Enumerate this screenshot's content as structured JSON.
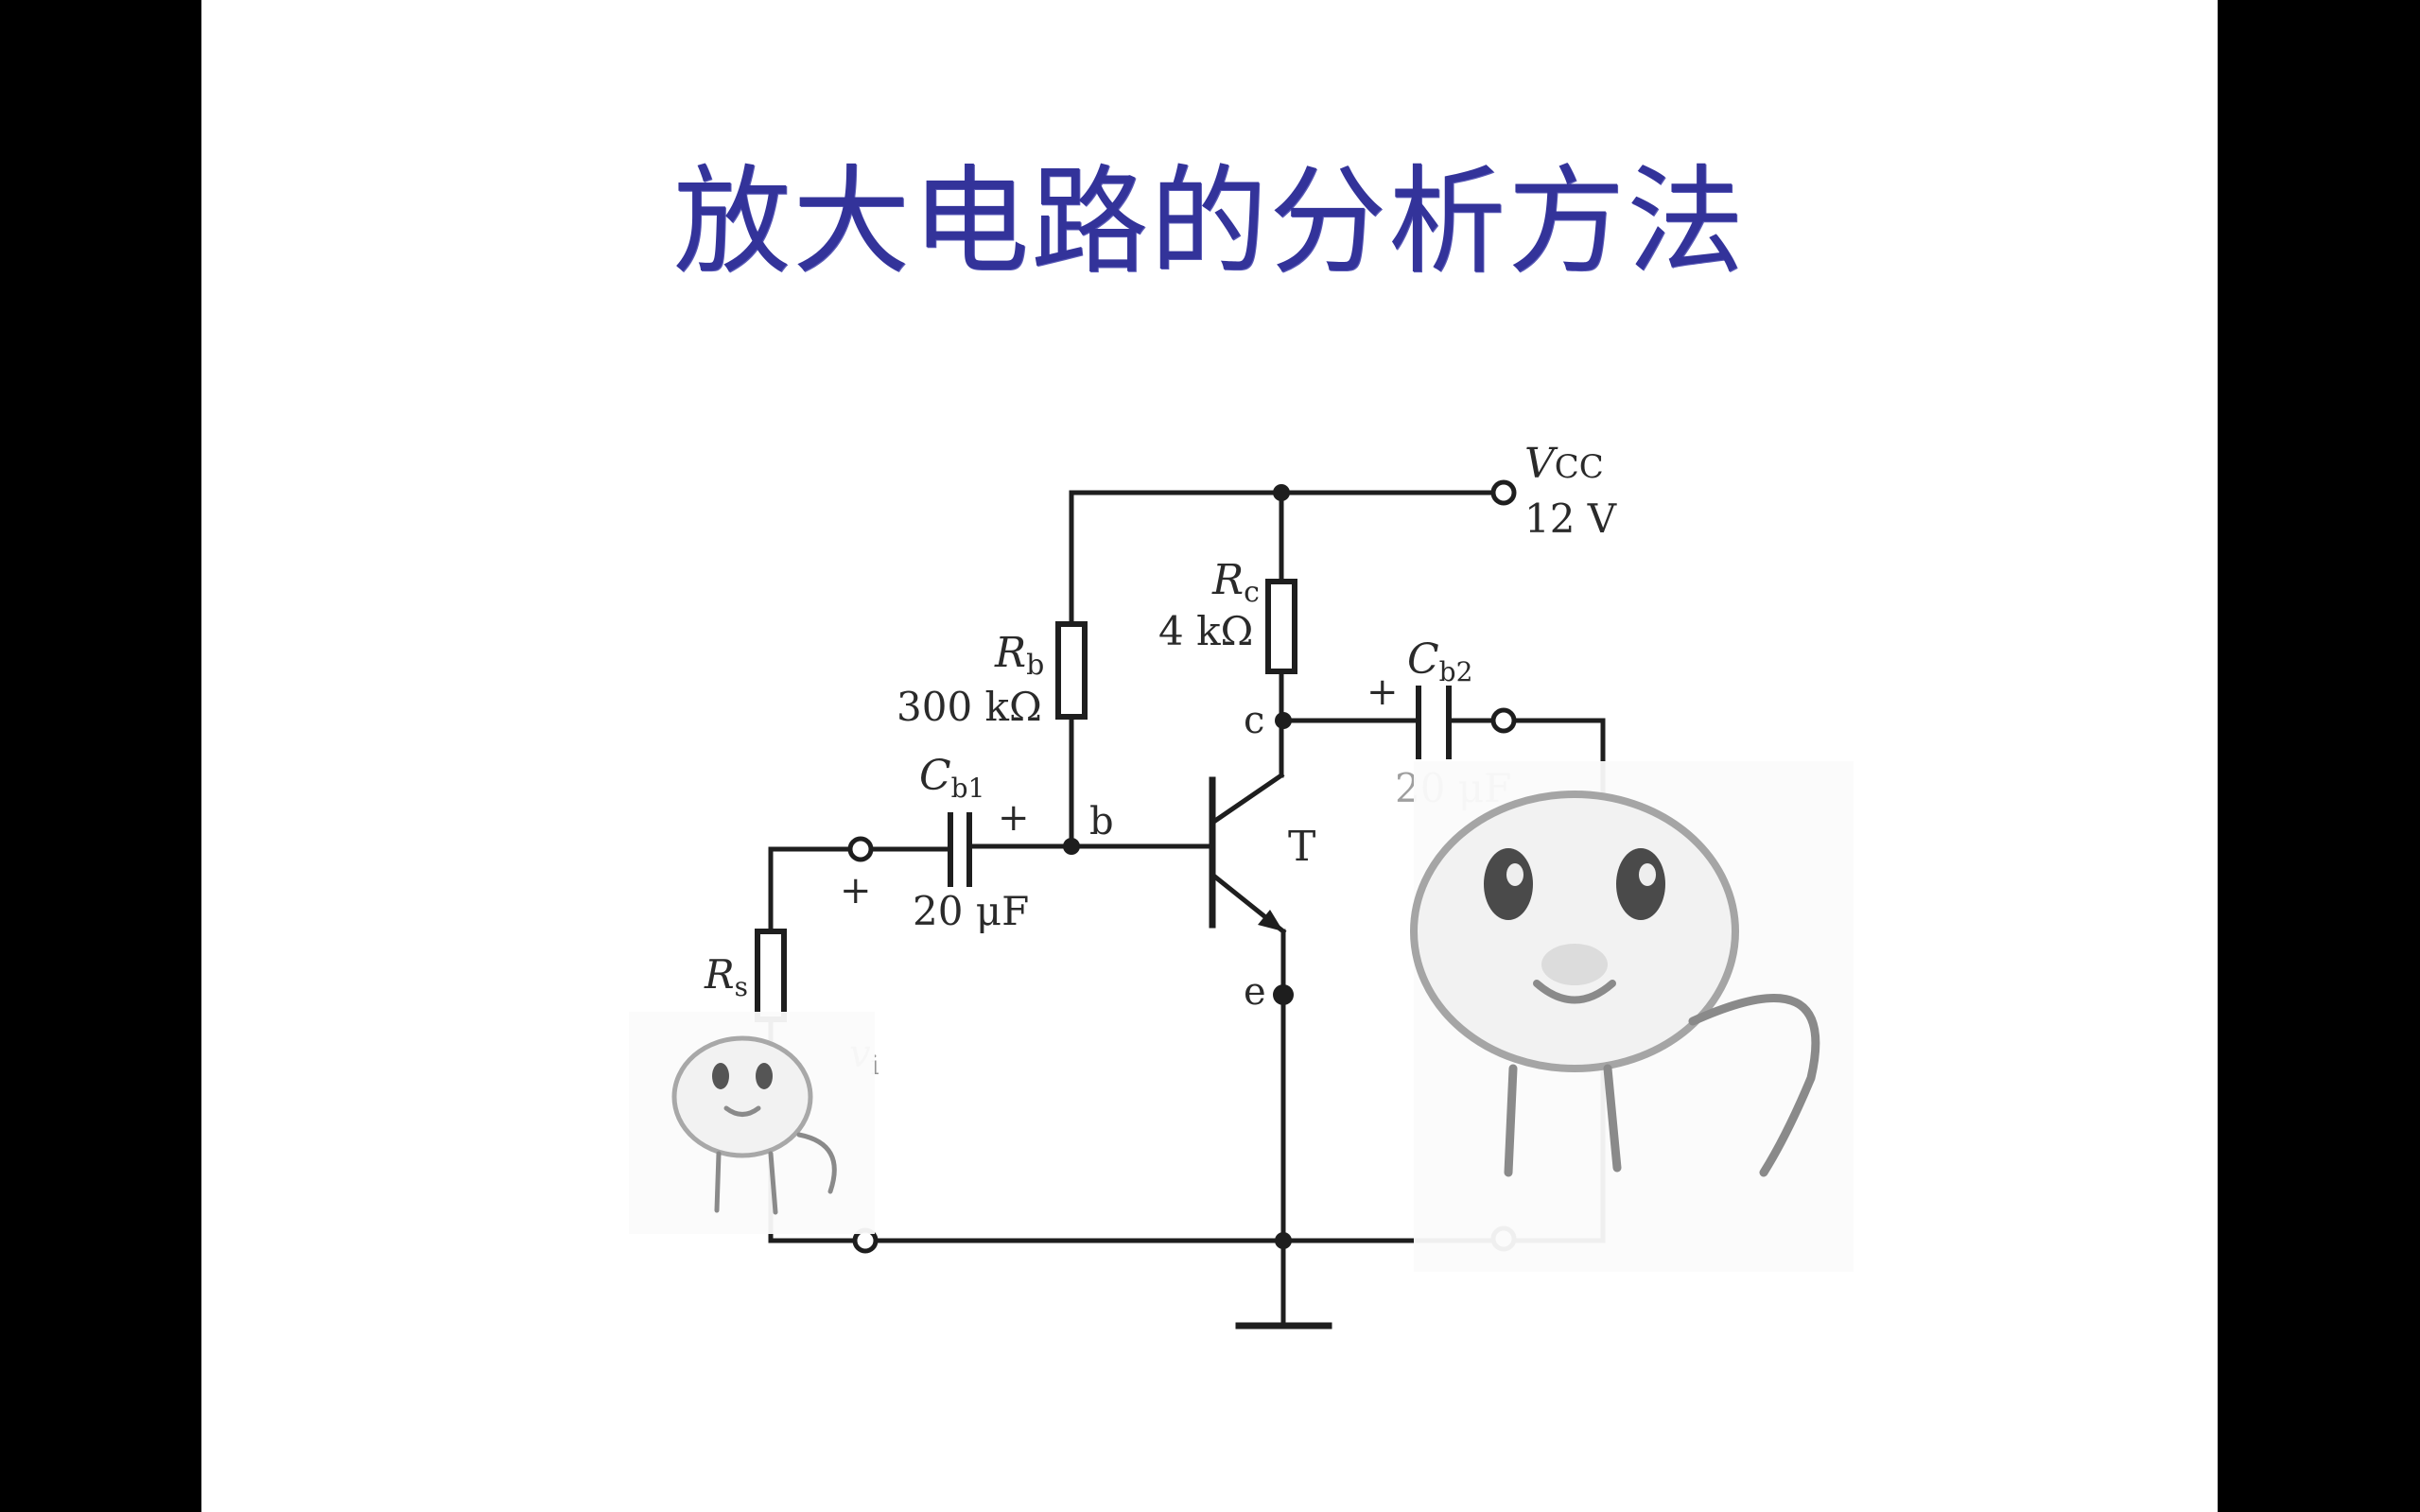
{
  "slide": {
    "title": "放大电路的分析方法"
  },
  "circuit": {
    "supply": {
      "name": "V",
      "sub": "CC",
      "value": "12 V"
    },
    "rc": {
      "name": "R",
      "sub": "c",
      "value": "4 kΩ"
    },
    "rb": {
      "name": "R",
      "sub": "b",
      "value": "300 kΩ"
    },
    "cb1": {
      "name": "C",
      "sub": "b1",
      "value": "20 μF",
      "polarity": "+"
    },
    "cb2": {
      "name": "C",
      "sub": "b2",
      "value": "20 μF",
      "polarity": "+"
    },
    "rs": {
      "name": "R",
      "sub": "s"
    },
    "vi": {
      "name": "v",
      "sub": "i"
    },
    "input_polarity": "+",
    "transistor": {
      "name": "T",
      "base": "b",
      "collector": "c",
      "emitter": "e"
    }
  },
  "stickers": [
    {
      "icon": "cartoon-face-sticker-small"
    },
    {
      "icon": "cartoon-face-sticker-large"
    }
  ]
}
